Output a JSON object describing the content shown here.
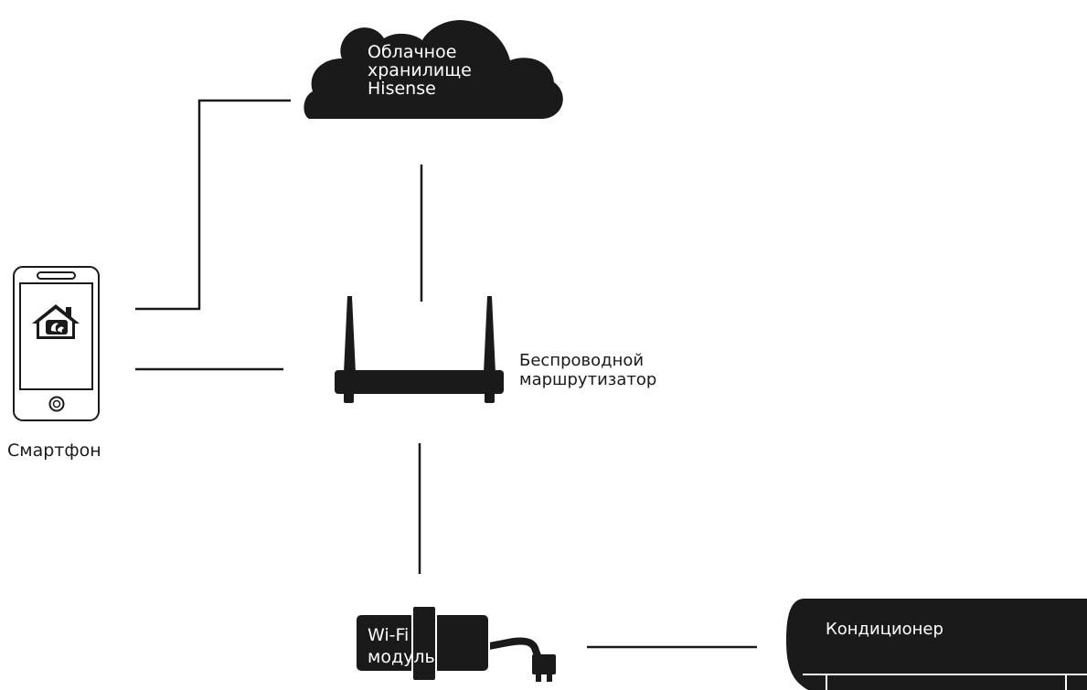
{
  "nodes": {
    "cloud": {
      "label": "Облачное\nхранилище\nHisense",
      "icon": "cloud-icon"
    },
    "router": {
      "label": "Беспроводной\nмаршрутизатор",
      "icon": "router-icon"
    },
    "smartphone": {
      "label": "Смартфон",
      "icon": "smartphone-icon",
      "app_icon": "home-app-icon"
    },
    "wifi_module": {
      "label": "Wi-Fi\nмодуль",
      "icon": "wifi-module-icon"
    },
    "air_conditioner": {
      "label": "Кондиционер",
      "icon": "air-conditioner-icon"
    }
  },
  "connections": [
    {
      "from": "smartphone",
      "to": "cloud"
    },
    {
      "from": "smartphone",
      "to": "router"
    },
    {
      "from": "cloud",
      "to": "router"
    },
    {
      "from": "router",
      "to": "wifi_module"
    },
    {
      "from": "wifi_module",
      "to": "air_conditioner"
    }
  ],
  "colors": {
    "ink": "#1a1a1a",
    "background": "#ffffff"
  }
}
